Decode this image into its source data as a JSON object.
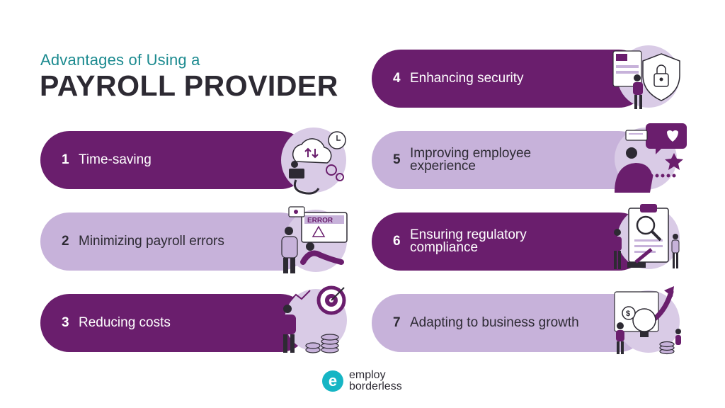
{
  "heading": {
    "subtitle": "Advantages of Using a",
    "title": "PAYROLL PROVIDER"
  },
  "advantages": [
    {
      "number": "1",
      "label": "Time-saving",
      "style": "dark"
    },
    {
      "number": "2",
      "label": "Minimizing payroll errors",
      "style": "light"
    },
    {
      "number": "3",
      "label": "Reducing costs",
      "style": "dark"
    },
    {
      "number": "4",
      "label": "Enhancing security",
      "style": "dark"
    },
    {
      "number": "5",
      "label": "Improving employee experience",
      "style": "light"
    },
    {
      "number": "6",
      "label": "Ensuring regulatory compliance",
      "style": "dark"
    },
    {
      "number": "7",
      "label": "Adapting to business growth",
      "style": "light"
    }
  ],
  "illustration_error_text": "ERROR",
  "logo": {
    "line1": "employ",
    "line2": "borderless",
    "icon_letter": "e"
  },
  "colors": {
    "dark_purple": "#6a1e6d",
    "light_purple": "#c7b2da",
    "teal": "#1b8a8f",
    "title_dark": "#2d2a33",
    "logo_cyan": "#16b5c4"
  }
}
